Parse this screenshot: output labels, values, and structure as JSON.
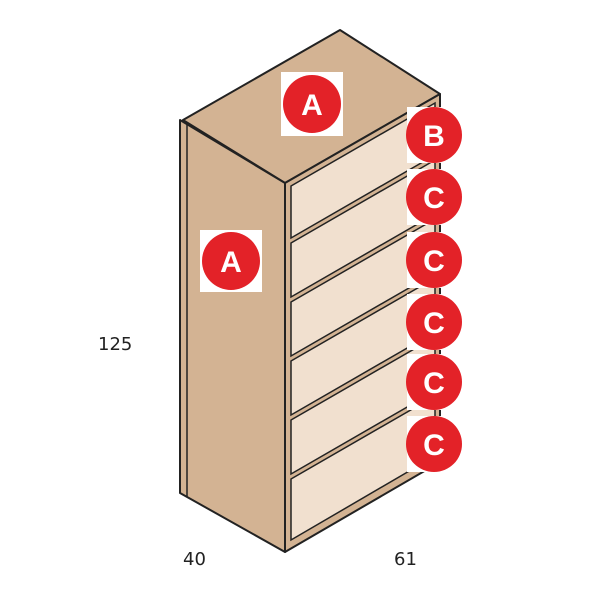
{
  "dimensions": {
    "height": "125",
    "depth": "40",
    "width": "61"
  },
  "labels": {
    "top": "A",
    "side": "A",
    "top_drawer": "B",
    "drawer_2": "C",
    "drawer_3": "C",
    "drawer_4": "C",
    "drawer_5": "C",
    "drawer_6": "C"
  },
  "colors": {
    "carcass": "#d3b393",
    "drawer_front": "#f1e0cf",
    "outline": "#222222",
    "badge": "#e32228"
  }
}
